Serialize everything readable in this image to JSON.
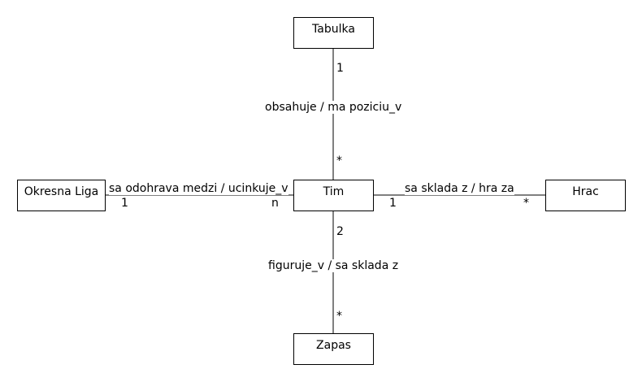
{
  "entities": {
    "tabulka": "Tabulka",
    "tim": "Tim",
    "okresna_liga": "Okresna Liga",
    "hrac": "Hrac",
    "zapas": "Zapas"
  },
  "relations": {
    "tabulka_tim": {
      "label": "obsahuje / ma poziciu_v",
      "mult_tabulka": "1",
      "mult_tim": "*"
    },
    "liga_tim": {
      "label": "sa odohrava medzi / ucinkuje_v",
      "mult_liga": "1",
      "mult_tim": "n"
    },
    "tim_hrac": {
      "label": "sa sklada z / hra za",
      "mult_tim": "1",
      "mult_hrac": "*"
    },
    "tim_zapas": {
      "label": "figuruje_v / sa sklada z",
      "mult_tim": "2",
      "mult_zapas": "*"
    }
  }
}
